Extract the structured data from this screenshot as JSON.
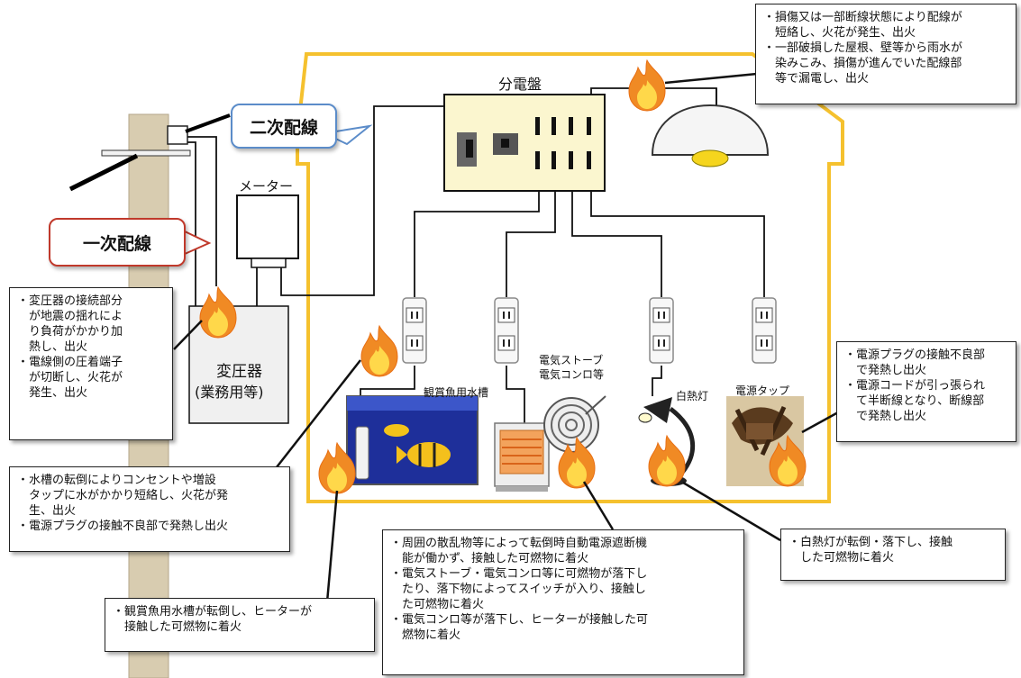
{
  "labels": {
    "panel": "分電盤",
    "meter": "メーター",
    "transformer": [
      "変圧器",
      "(業務用等)"
    ],
    "aquarium": "観賞魚用水槽",
    "stove": [
      "電気ストーブ",
      "電気コンロ等"
    ],
    "lamp": "白熱灯",
    "power_strip": "電源タップ"
  },
  "callouts": {
    "secondary_wiring": "二次配線",
    "primary_wiring": "一次配線"
  },
  "notes": {
    "roof_wiring": [
      "・損傷又は一部断線状態により配線が",
      "　短絡し、火花が発生、出火",
      "・一部破損した屋根、壁等から雨水が",
      "　染みこみ、損傷が進んでいた配線部",
      "　等で漏電し、出火"
    ],
    "transformer": [
      "・変圧器の接続部分",
      "　が地震の揺れによ",
      "　り負荷がかかり加",
      "　熱し、出火",
      "・電線側の圧着端子",
      "　が切断し、火花が",
      "　発生、出火"
    ],
    "outlet": [
      "・電源プラグの接触不良部",
      "　で発熱し出火",
      "・電源コードが引っ張られ",
      "　て半断線となり、断線部",
      "　で発熱し出火"
    ],
    "water_tank": [
      "・水槽の転倒によりコンセントや増設",
      "　タップに水がかかり短絡し、火花が発",
      "　生、出火",
      "・電源プラグの接触不良部で発熱し出火"
    ],
    "lamp": [
      "・白熱灯が転倒・落下し、接触",
      "　した可燃物に着火"
    ],
    "aquarium_heater": [
      "・観賞魚用水槽が転倒し、ヒーターが",
      "　接触した可燃物に着火"
    ],
    "stove": [
      "・周囲の散乱物等によって転倒時自動電源遮断機",
      "　能が働かず、接触した可燃物に着火",
      "・電気ストーブ・電気コンロ等に可燃物が落下し",
      "　たり、落下物によってスイッチが入り、接触し",
      "　た可燃物に着火",
      "・電気コンロ等が落下し、ヒーターが接触した可",
      "　燃物に着火"
    ]
  },
  "colors": {
    "house_outline": "#f5c12e",
    "panel_fill": "#fbf6cf",
    "pole": "#d8ccb0",
    "secondary_border": "#5b8cc9",
    "primary_border": "#c0392b",
    "flame_outer": "#f08a24",
    "flame_inner": "#ffd84a"
  }
}
